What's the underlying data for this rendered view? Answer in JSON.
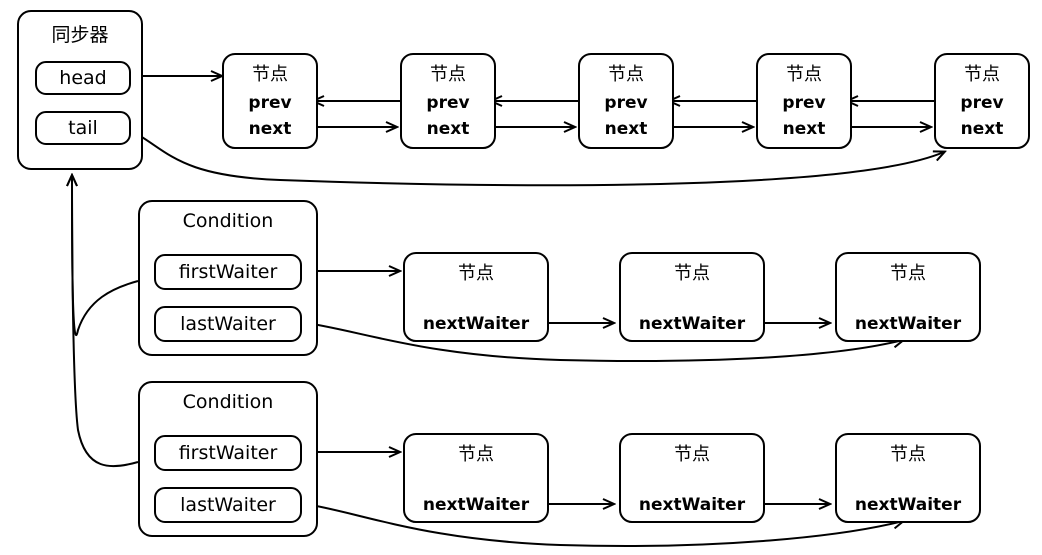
{
  "diagram": {
    "title_text": "同步器",
    "sync": {
      "label": "同步器",
      "fields": [
        {
          "name": "head",
          "label": "head"
        },
        {
          "name": "tail",
          "label": "tail"
        }
      ]
    },
    "queue": {
      "node_title": "节点",
      "field_prev": "prev",
      "field_next": "next",
      "nodes": [
        {
          "title": "节点",
          "prev": "prev",
          "next": "next"
        },
        {
          "title": "节点",
          "prev": "prev",
          "next": "next"
        },
        {
          "title": "节点",
          "prev": "prev",
          "next": "next"
        },
        {
          "title": "节点",
          "prev": "prev",
          "next": "next"
        },
        {
          "title": "节点",
          "prev": "prev",
          "next": "next"
        }
      ]
    },
    "conditions": [
      {
        "label": "Condition",
        "fields": [
          {
            "name": "firstWaiter",
            "label": "firstWaiter"
          },
          {
            "name": "lastWaiter",
            "label": "lastWaiter"
          }
        ],
        "waiters": [
          {
            "title": "节点",
            "next": "nextWaiter"
          },
          {
            "title": "节点",
            "next": "nextWaiter"
          },
          {
            "title": "节点",
            "next": "nextWaiter"
          }
        ]
      },
      {
        "label": "Condition",
        "fields": [
          {
            "name": "firstWaiter",
            "label": "firstWaiter"
          },
          {
            "name": "lastWaiter",
            "label": "lastWaiter"
          }
        ],
        "waiters": [
          {
            "title": "节点",
            "next": "nextWaiter"
          },
          {
            "title": "节点",
            "next": "nextWaiter"
          },
          {
            "title": "节点",
            "next": "nextWaiter"
          }
        ]
      }
    ],
    "colors": {
      "stroke": "#000000",
      "background": "#ffffff"
    }
  }
}
